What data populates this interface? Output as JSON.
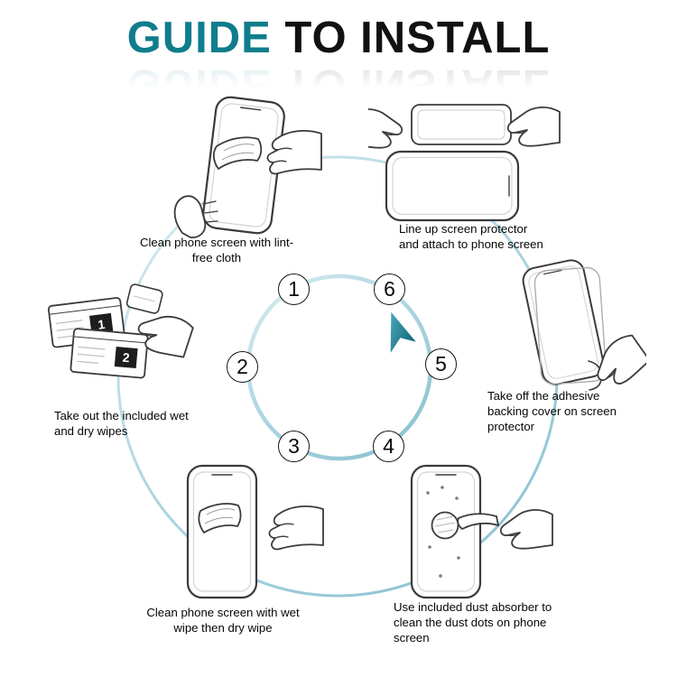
{
  "title": {
    "accent": "GUIDE",
    "rest": " TO INSTALL"
  },
  "colors": {
    "accent_teal": "#0f7d8c",
    "ring_blue": "#aed6e1",
    "arrow_teal": "#15697c"
  },
  "steps": [
    {
      "number": "1",
      "caption": "Clean phone screen with lint-free cloth"
    },
    {
      "number": "2",
      "caption": "Take out the included wet and dry wipes"
    },
    {
      "number": "3",
      "caption": "Clean phone screen with wet wipe then dry wipe"
    },
    {
      "number": "4",
      "caption": "Use included dust absorber to clean the dust dots on phone screen"
    },
    {
      "number": "5",
      "caption": "Take off the adhesive backing cover on screen protector"
    },
    {
      "number": "6",
      "caption": "Line up screen protector and attach to phone screen"
    }
  ],
  "wipes": {
    "pack1_label": "1",
    "pack2_label": "2"
  }
}
